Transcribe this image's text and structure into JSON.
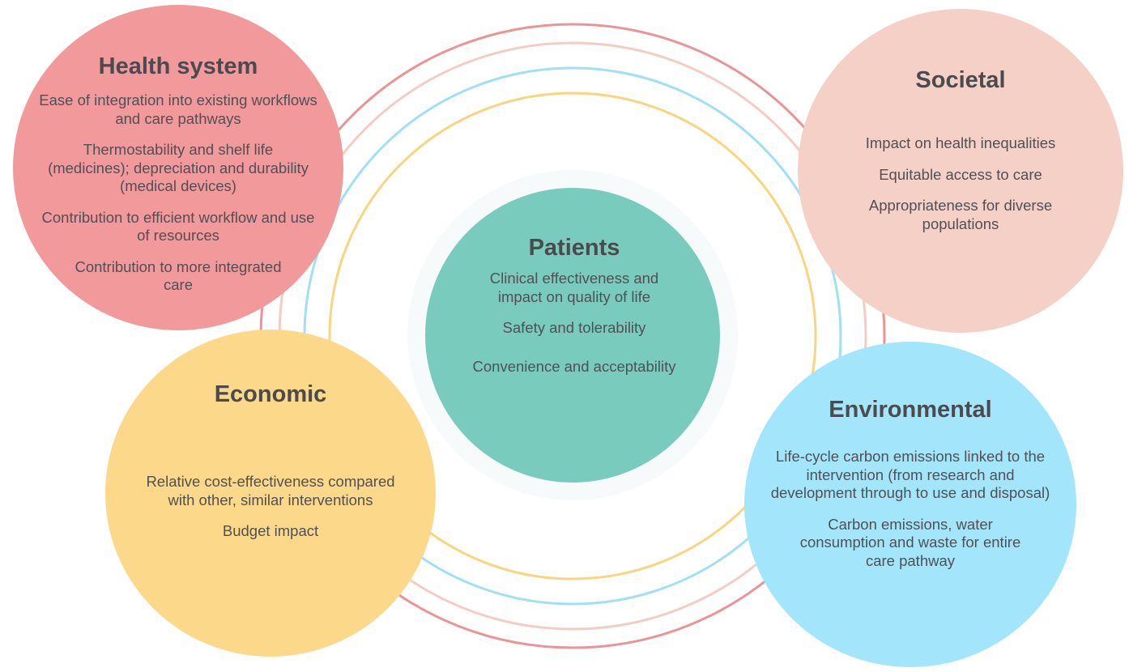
{
  "colors": {
    "health": "#f1999b",
    "societal": "#f5d0c6",
    "patients": "#78cbbd",
    "economic": "#fbd88a",
    "environmental": "#a3e5fb",
    "ring_red": "#ec9396",
    "ring_pink": "#f3cdc3",
    "ring_blue": "#9fe0f5",
    "ring_yellow": "#f8d57f"
  },
  "health_system": {
    "title": "Health system",
    "items": [
      "Ease of integration into existing workflows and care pathways",
      "Thermostability and shelf life (medicines); depreciation and durability (medical devices)",
      "Contribution to efficient workflow and use of resources",
      "Contribution to more integrated care"
    ]
  },
  "societal": {
    "title": "Societal",
    "items": [
      "Impact on health inequalities",
      "Equitable access to care",
      "Appropriateness for diverse populations"
    ]
  },
  "patients": {
    "title": "Patients",
    "items": [
      "Clinical effectiveness and impact on quality of life",
      "Safety and tolerability",
      "Convenience and acceptability"
    ]
  },
  "economic": {
    "title": "Economic",
    "items": [
      "Relative cost-effectiveness compared with other, similar interventions",
      "Budget impact"
    ]
  },
  "environmental": {
    "title": "Environmental",
    "items": [
      "Life-cycle carbon emissions linked to the intervention (from research and development through to use and disposal)",
      "Carbon emissions, water consumption and waste for entire care pathway"
    ]
  }
}
